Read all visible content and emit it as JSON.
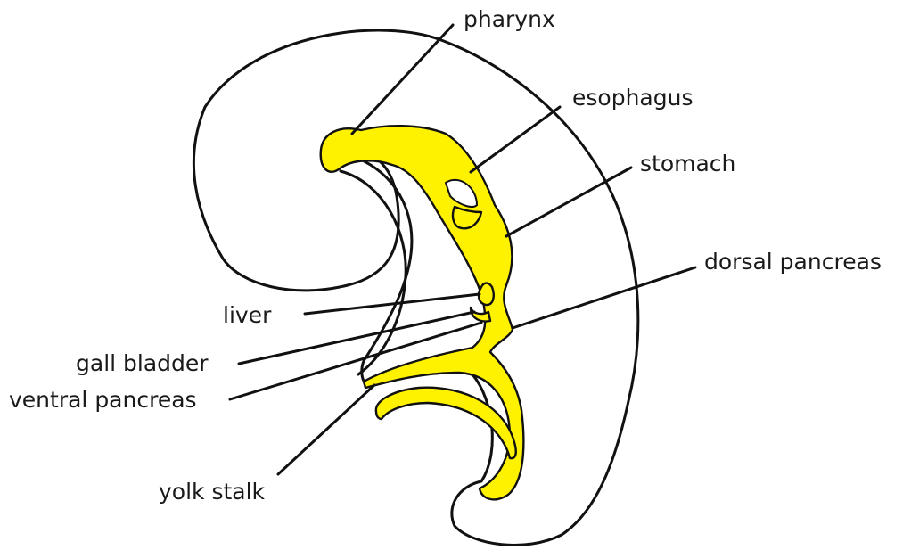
{
  "colors": {
    "gut_fill": "#fff200",
    "outline": "#111111",
    "label_text": "#1a1a1a",
    "background": "#ffffff"
  },
  "labels": {
    "pharynx": "pharynx",
    "esophagus": "esophagus",
    "stomach": "stomach",
    "dorsal_pancreas": "dorsal pancreas",
    "liver": "liver",
    "gall_bladder": "gall bladder",
    "ventral_pancreas": "ventral pancreas",
    "yolk_stalk": "yolk stalk"
  }
}
